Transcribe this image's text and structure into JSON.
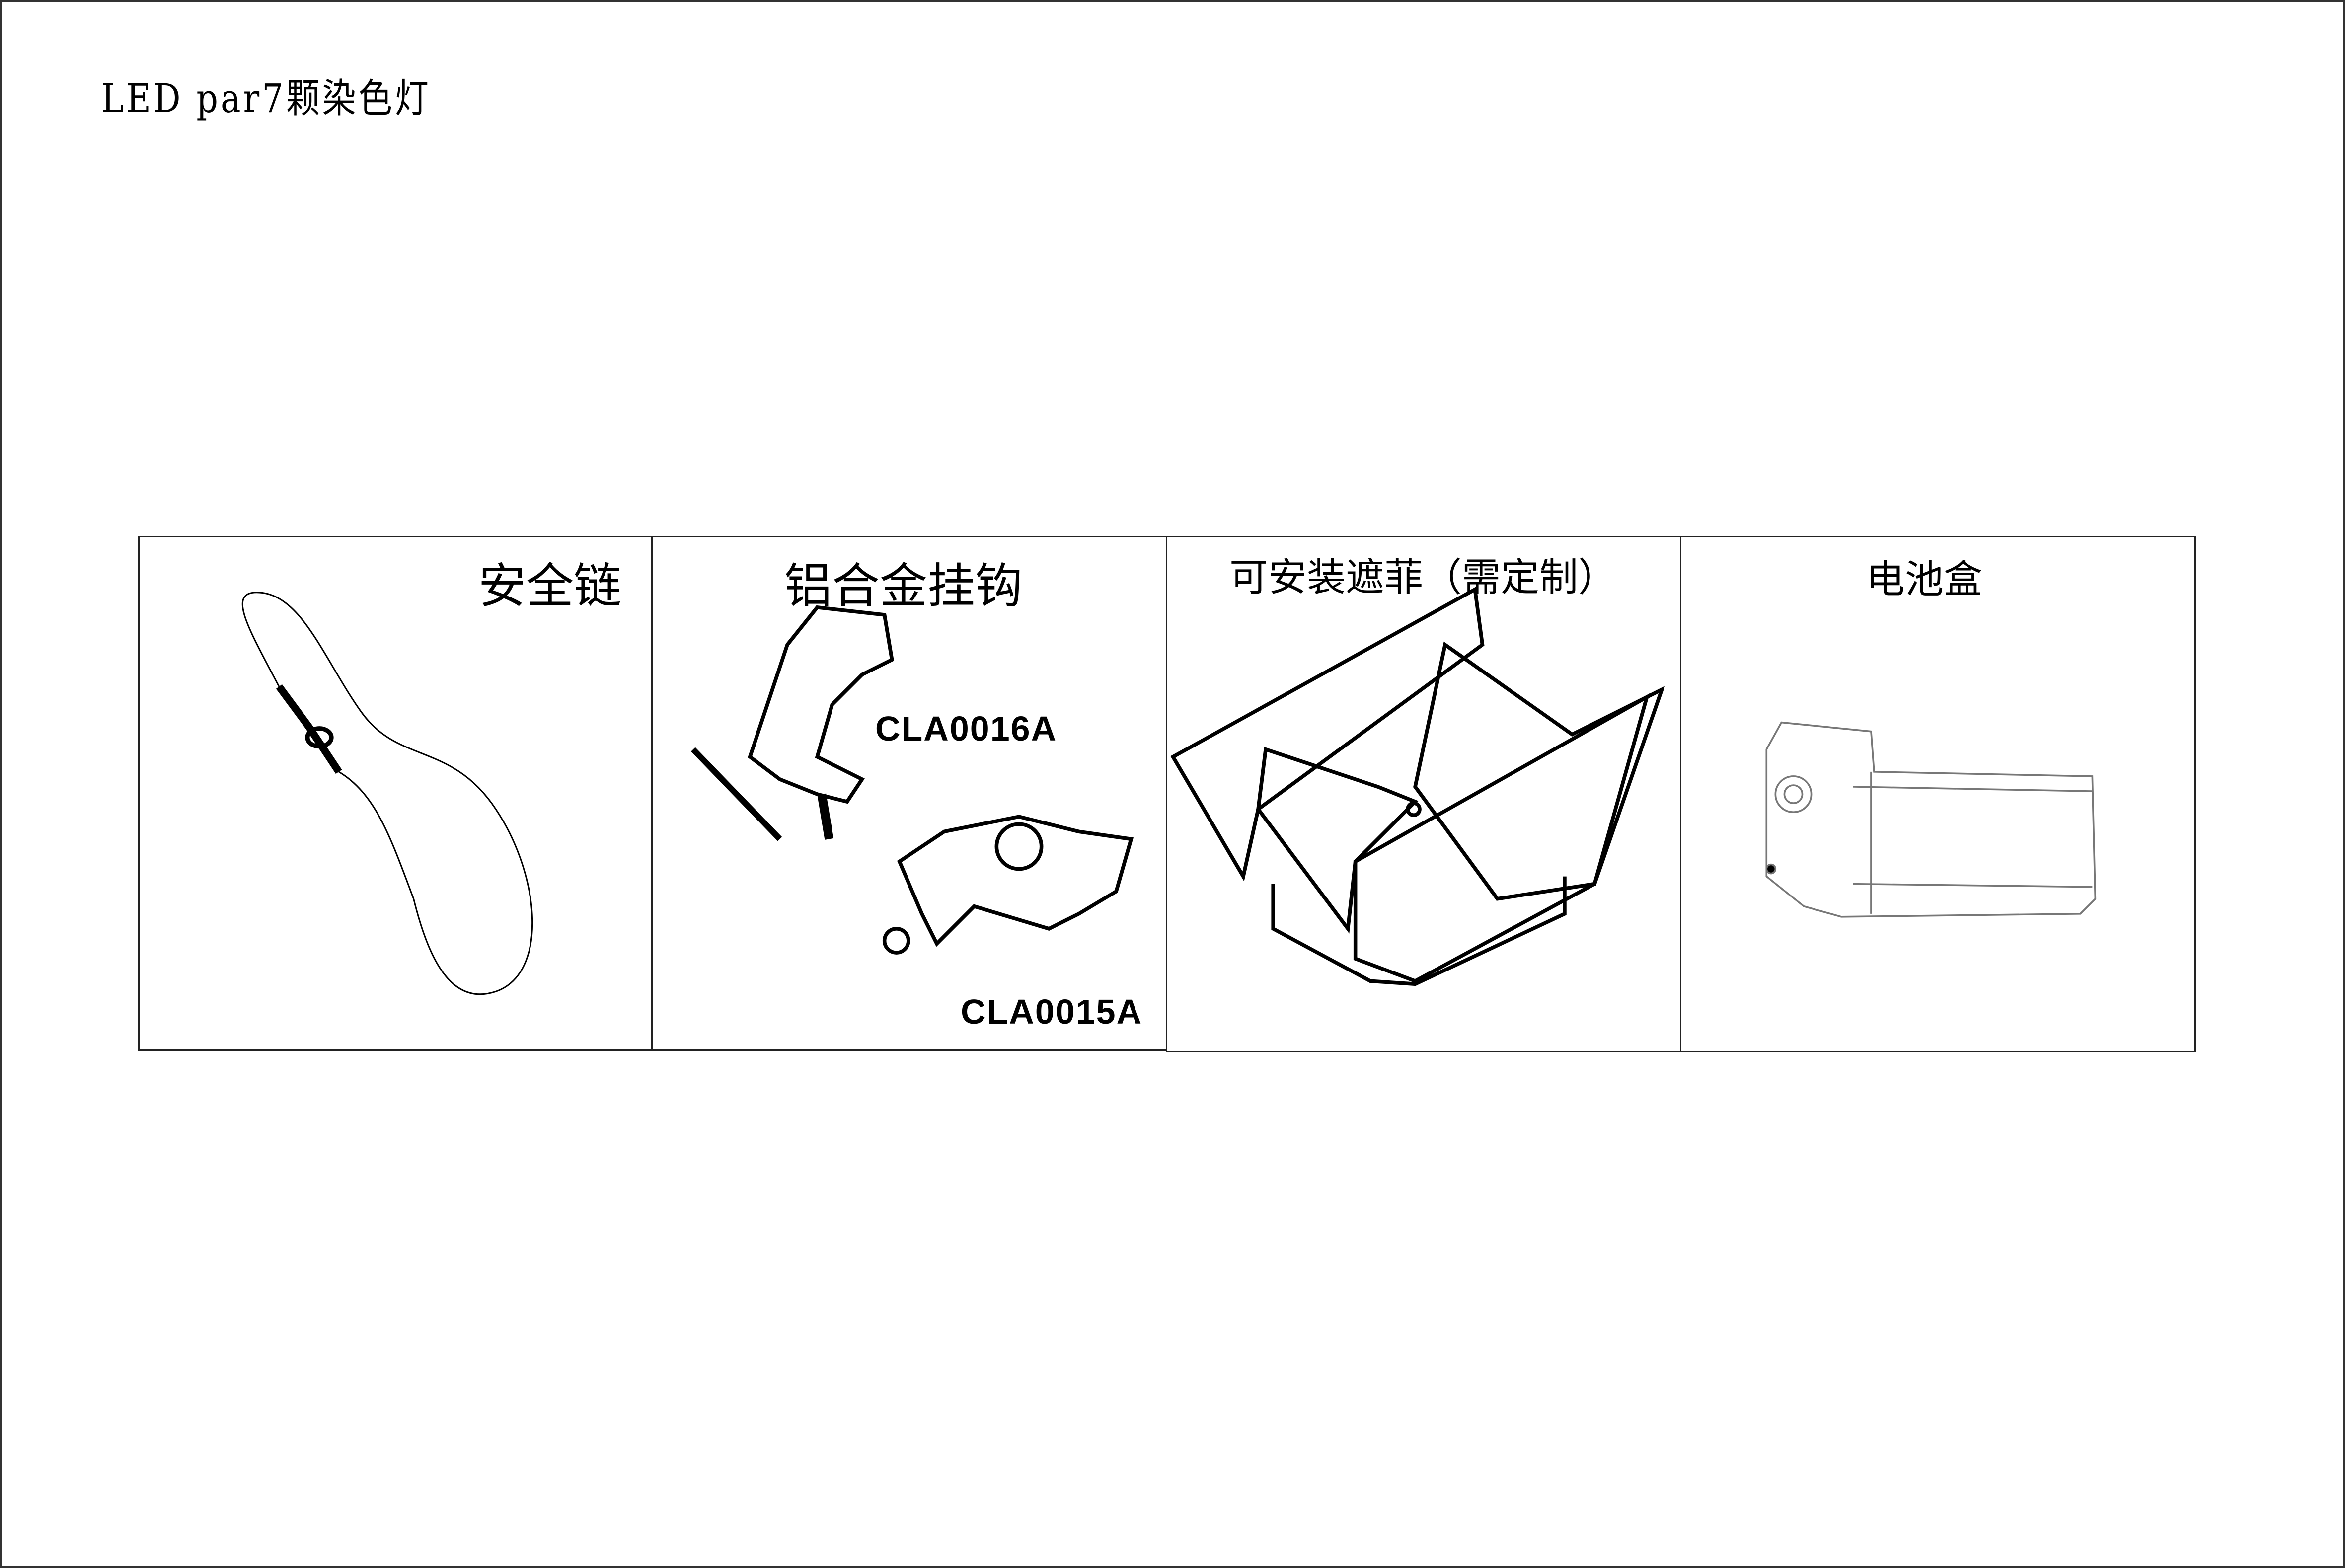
{
  "title": "LED par7颗染色灯",
  "accessories": [
    {
      "label": "安全链",
      "icon": "safety-cable-icon"
    },
    {
      "label": "铝合金挂钩",
      "icon": "clamp-icon",
      "codes": [
        "CLA0016A",
        "CLA0015A"
      ]
    },
    {
      "label": "可安装遮菲（需定制）",
      "icon": "barn-door-icon"
    },
    {
      "label": "电池盒",
      "icon": "battery-box-icon"
    }
  ]
}
